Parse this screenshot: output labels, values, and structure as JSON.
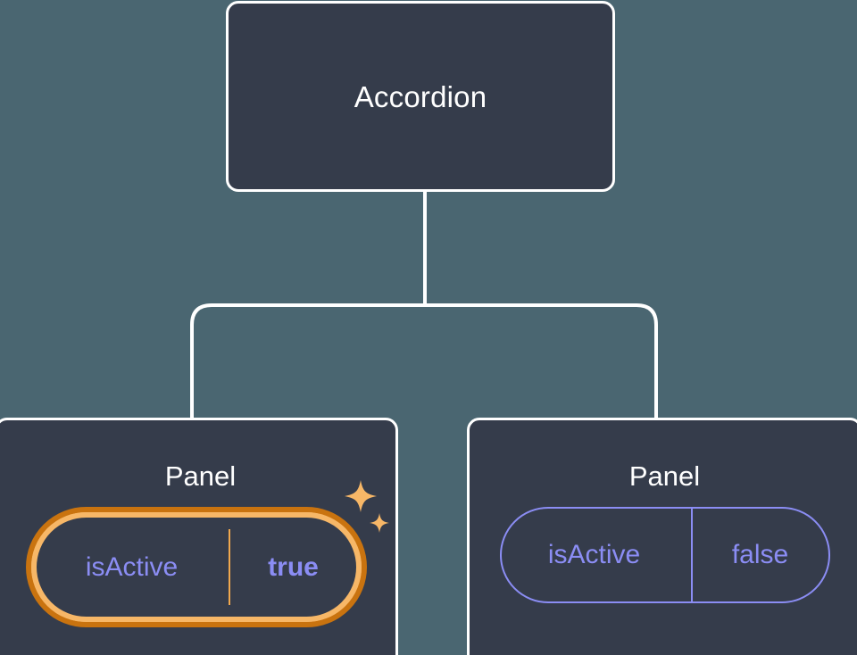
{
  "diagram": {
    "type": "component-tree",
    "background_color": "#4a6671",
    "node_fill_color": "#353c4b",
    "node_border_color": "#ffffff",
    "edge_color": "#ffffff",
    "prop_text_color": "#8b8df4",
    "highlight_outer_color": "#c9730f",
    "highlight_inner_color": "#f7b767",
    "sparkle_color": "#f7b767"
  },
  "root": {
    "title": "Accordion"
  },
  "panels": [
    {
      "title": "Panel",
      "highlighted": true,
      "prop": {
        "key": "isActive",
        "value": "true"
      },
      "sparkle_icon": "sparkles-icon"
    },
    {
      "title": "Panel",
      "highlighted": false,
      "prop": {
        "key": "isActive",
        "value": "false"
      }
    }
  ]
}
